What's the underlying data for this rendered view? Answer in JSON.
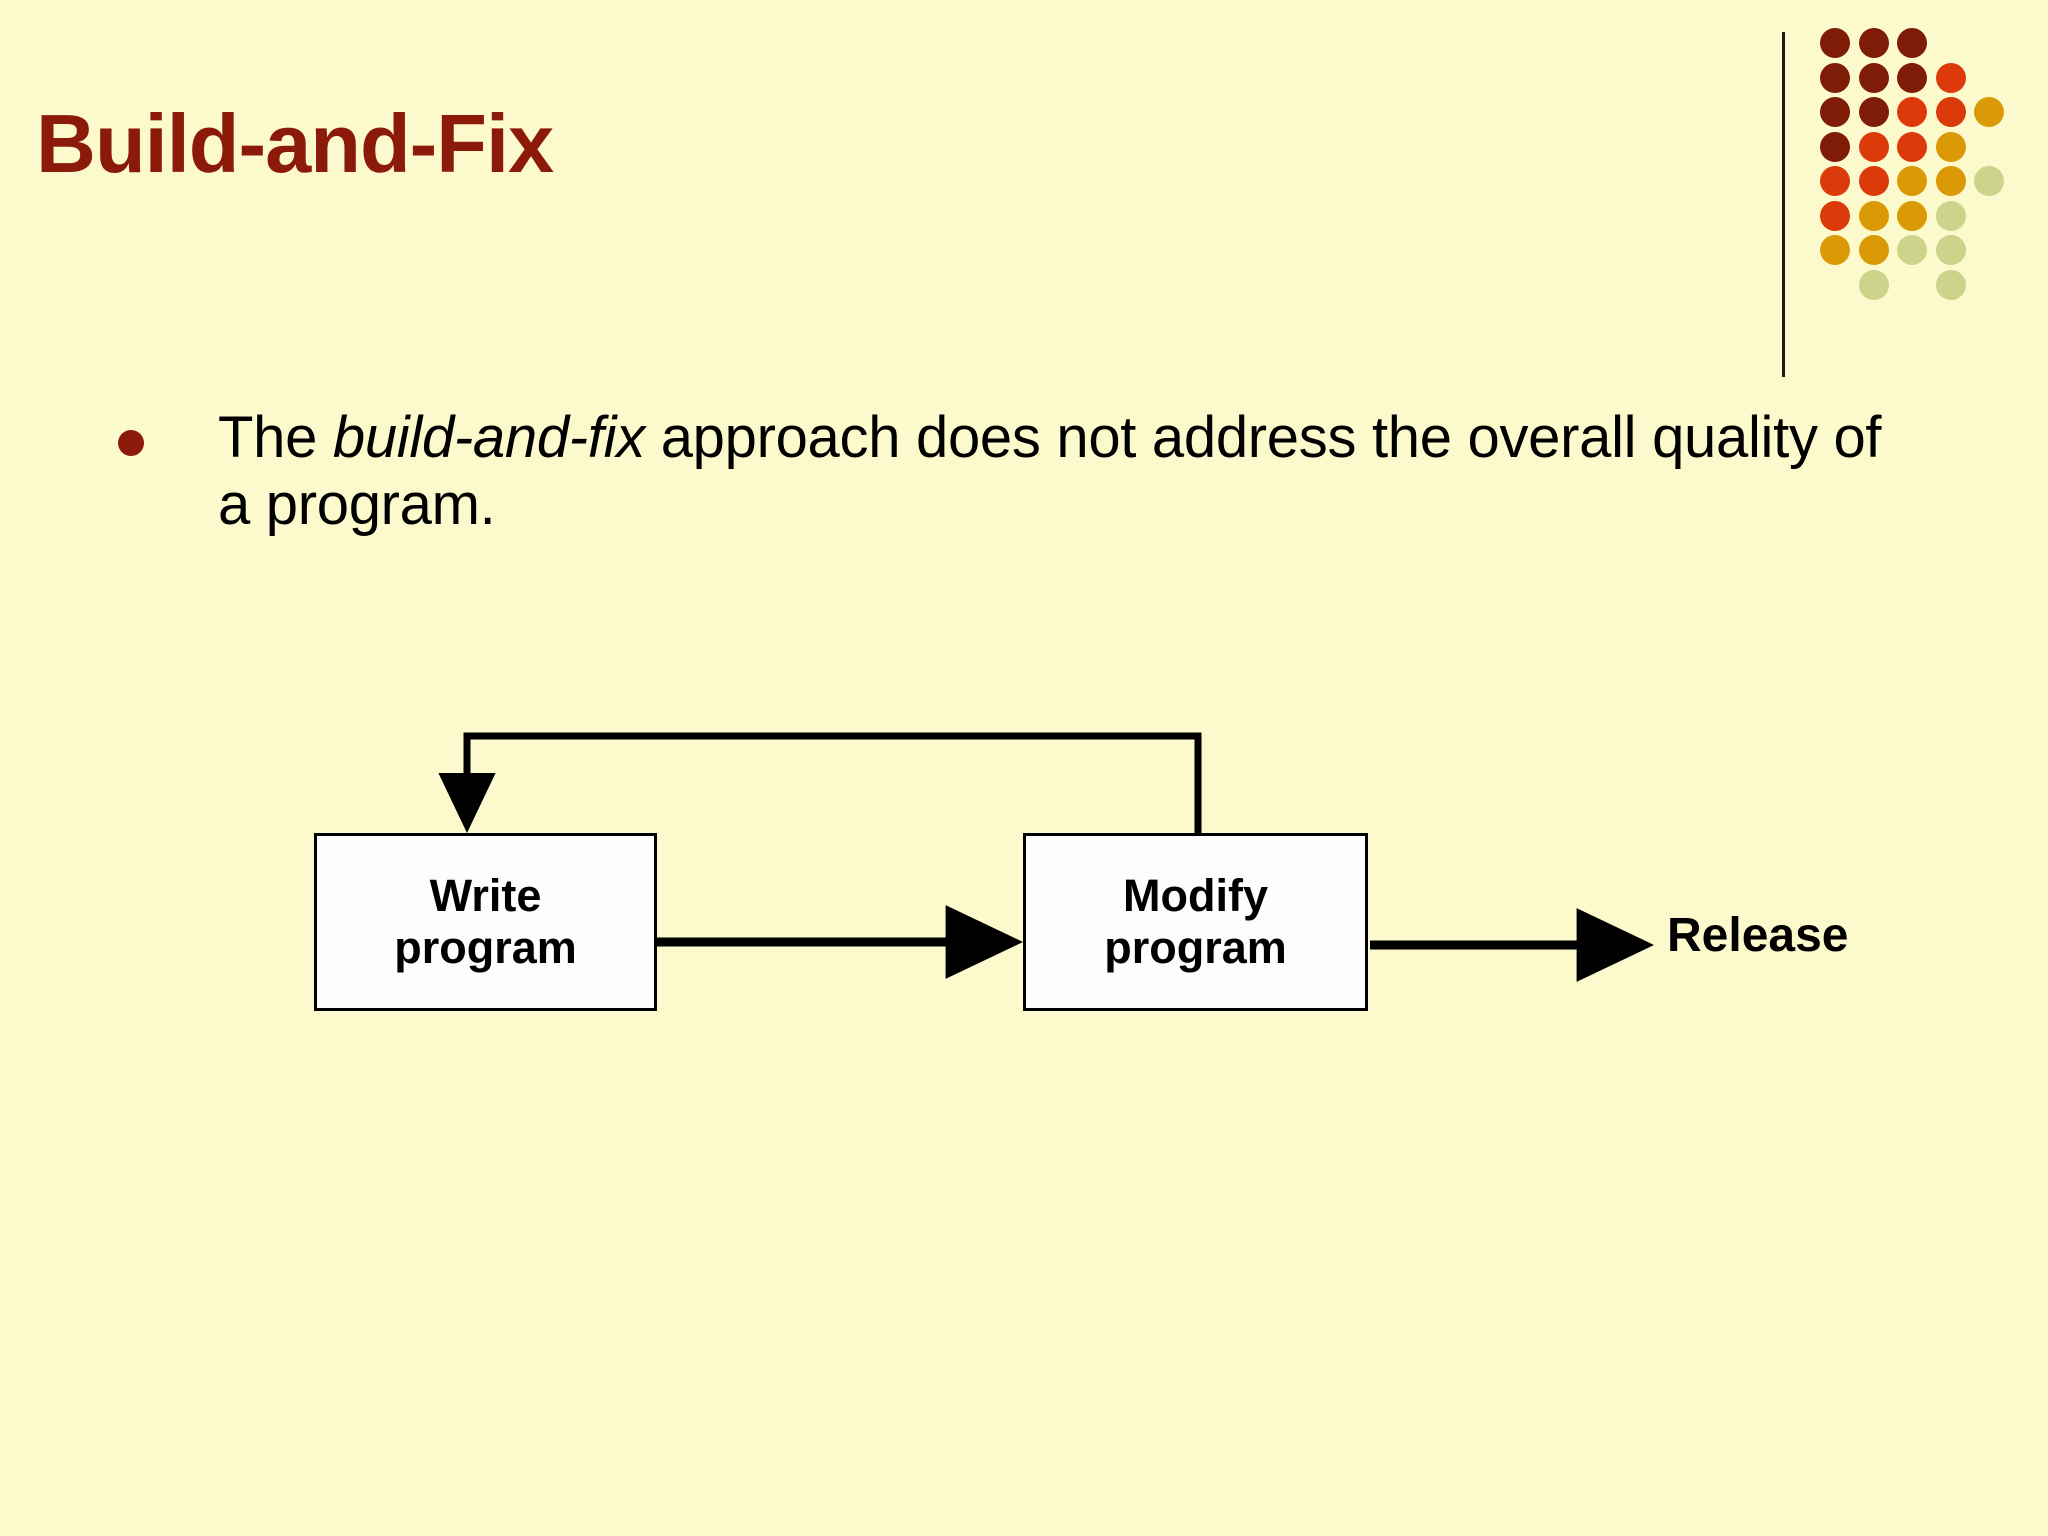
{
  "slide": {
    "background_color": "#FCFACD",
    "title": "Build-and-Fix",
    "title_color": "#8C1A0A"
  },
  "decoration": {
    "name": "dot-matrix-motif",
    "rule_color": "#1b1b12",
    "palette": {
      "dark_red": "#7E1C08",
      "orange_red": "#DC3A0B",
      "gold": "#D99A06",
      "light_green": "#CCD38A"
    },
    "dots": [
      {
        "col": 1,
        "row": 1,
        "color": "#7E1C08"
      },
      {
        "col": 2,
        "row": 1,
        "color": "#7E1C08"
      },
      {
        "col": 3,
        "row": 1,
        "color": "#7E1C08"
      },
      {
        "col": 1,
        "row": 2,
        "color": "#7E1C08"
      },
      {
        "col": 2,
        "row": 2,
        "color": "#7E1C08"
      },
      {
        "col": 3,
        "row": 2,
        "color": "#7E1C08"
      },
      {
        "col": 4,
        "row": 2,
        "color": "#DC3A0B"
      },
      {
        "col": 1,
        "row": 3,
        "color": "#7E1C08"
      },
      {
        "col": 2,
        "row": 3,
        "color": "#7E1C08"
      },
      {
        "col": 3,
        "row": 3,
        "color": "#DC3A0B"
      },
      {
        "col": 4,
        "row": 3,
        "color": "#DC3A0B"
      },
      {
        "col": 5,
        "row": 3,
        "color": "#D99A06"
      },
      {
        "col": 1,
        "row": 4,
        "color": "#7E1C08"
      },
      {
        "col": 2,
        "row": 4,
        "color": "#DC3A0B"
      },
      {
        "col": 3,
        "row": 4,
        "color": "#DC3A0B"
      },
      {
        "col": 4,
        "row": 4,
        "color": "#D99A06"
      },
      {
        "col": 1,
        "row": 5,
        "color": "#DC3A0B"
      },
      {
        "col": 2,
        "row": 5,
        "color": "#DC3A0B"
      },
      {
        "col": 3,
        "row": 5,
        "color": "#D99A06"
      },
      {
        "col": 4,
        "row": 5,
        "color": "#D99A06"
      },
      {
        "col": 5,
        "row": 5,
        "color": "#CCD38A"
      },
      {
        "col": 1,
        "row": 6,
        "color": "#DC3A0B"
      },
      {
        "col": 2,
        "row": 6,
        "color": "#D99A06"
      },
      {
        "col": 3,
        "row": 6,
        "color": "#D99A06"
      },
      {
        "col": 4,
        "row": 6,
        "color": "#CCD38A"
      },
      {
        "col": 1,
        "row": 7,
        "color": "#D99A06"
      },
      {
        "col": 2,
        "row": 7,
        "color": "#D99A06"
      },
      {
        "col": 3,
        "row": 7,
        "color": "#CCD38A"
      },
      {
        "col": 4,
        "row": 7,
        "color": "#CCD38A"
      },
      {
        "col": 2,
        "row": 8,
        "color": "#CCD38A"
      },
      {
        "col": 4,
        "row": 8,
        "color": "#CCD38A"
      }
    ]
  },
  "content": {
    "bullets": [
      {
        "marker_color": "#8C1A0A",
        "text_before": "The ",
        "emphasis": "build-and-fix",
        "text_after": " approach does not address the overall quality of a program."
      }
    ]
  },
  "diagram": {
    "type": "flowchart",
    "nodes": [
      {
        "id": "write",
        "line1": "Write",
        "line2": "program"
      },
      {
        "id": "modify",
        "line1": "Modify",
        "line2": "program"
      }
    ],
    "terminal_label": "Release",
    "edges": [
      {
        "from": "write",
        "to": "modify",
        "style": "arrow-right"
      },
      {
        "from": "modify",
        "to": "release",
        "style": "arrow-right"
      },
      {
        "from": "modify",
        "to": "write",
        "style": "feedback-loop-top"
      }
    ],
    "stroke_color": "#000000",
    "node_fill": "#FDFDFD"
  }
}
